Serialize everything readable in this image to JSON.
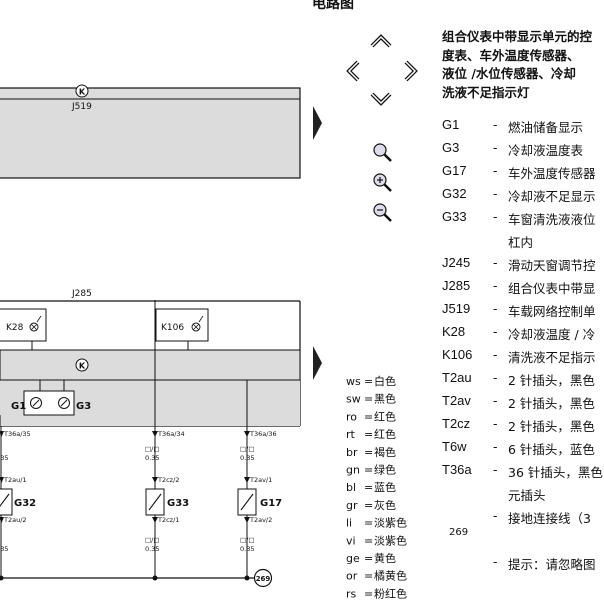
{
  "page": {
    "title": "电路图",
    "description_lines": [
      "组合仪表中带显示单元的控",
      "度表、车外温度传感器、",
      "液位 /水位传感器、冷却",
      "洗液不足指示灯"
    ]
  },
  "components": [
    {
      "code": "G1",
      "text": "燃油储备显示"
    },
    {
      "code": "G3",
      "text": "冷却液温度表"
    },
    {
      "code": "G17",
      "text": "车外温度传感器"
    },
    {
      "code": "G32",
      "text": "冷却液不足显示"
    },
    {
      "code": "G33",
      "text": "车窗清洗液液位"
    },
    {
      "code": "",
      "text": "杠内"
    },
    {
      "code": "J245",
      "text": "滑动天窗调节控"
    },
    {
      "code": "J285",
      "text": "组合仪表中带显"
    },
    {
      "code": "J519",
      "text": "车载网络控制单"
    },
    {
      "code": "K28",
      "text": "冷却液温度 / 冷"
    },
    {
      "code": "K106",
      "text": "清洗液不足指示"
    },
    {
      "code": "T2au",
      "text": "2 针插头，黑色"
    },
    {
      "code": "T2av",
      "text": "2 针插头，黑色"
    },
    {
      "code": "T2cz",
      "text": "2 针插头，黑色"
    },
    {
      "code": "T6w",
      "text": "6 针插头，蓝色"
    },
    {
      "code": "T36a",
      "text": "36 针插头，黑色"
    },
    {
      "code": "",
      "text": "元插头"
    },
    {
      "code": "269",
      "text": "接地连接线（3"
    },
    {
      "code": "",
      "text": ""
    },
    {
      "code": "",
      "text": "提示：请忽略图"
    }
  ],
  "color_legend": [
    {
      "abbr": "ws",
      "name": "白色"
    },
    {
      "abbr": "sw",
      "name": "黑色"
    },
    {
      "abbr": "ro",
      "name": "红色"
    },
    {
      "abbr": "rt",
      "name": "红色"
    },
    {
      "abbr": "br",
      "name": "褐色"
    },
    {
      "abbr": "gn",
      "name": "绿色"
    },
    {
      "abbr": "bl",
      "name": "蓝色"
    },
    {
      "abbr": "gr",
      "name": "灰色"
    },
    {
      "abbr": "li",
      "name": "淡紫色"
    },
    {
      "abbr": "vi",
      "name": "淡紫色"
    },
    {
      "abbr": "ge",
      "name": "黄色"
    },
    {
      "abbr": "or",
      "name": "橘黄色"
    },
    {
      "abbr": "rs",
      "name": "粉红色"
    }
  ],
  "diagram": {
    "colors": {
      "box_fill": "#dcdcdc",
      "line": "#111111",
      "arrow": "#222222"
    },
    "k_symbol": "K",
    "j519": "J519",
    "j285": "J285",
    "k28": "K28",
    "k106": "K106",
    "g1": "G1",
    "g3": "G3",
    "g32": "G32",
    "g33": "G33",
    "g17": "G17",
    "conn_t36a35": "T36a/35",
    "conn_t36a34": "T36a/34",
    "conn_t36a36": "T36a/36",
    "conn_t2au1": "T2au/1",
    "conn_t2au2": "T2au/2",
    "conn_t2cz2": "T2cz/2",
    "conn_t2cz1": "T2cz/1",
    "conn_t2av1": "T2av/1",
    "conn_t2av2": "T2av/2",
    "wire_color": "□/□",
    "wire_size": "0.35",
    "wire_size_b": "0.35",
    "wire_size_c": "0.35",
    "ground": "269",
    "ground_label": "269"
  }
}
